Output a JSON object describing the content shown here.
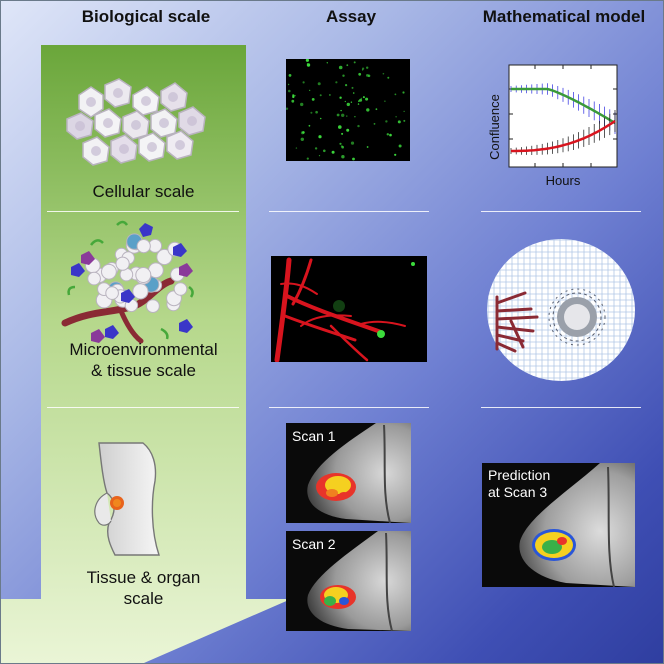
{
  "headers": {
    "biological": "Biological scale",
    "assay": "Assay",
    "model": "Mathematical model"
  },
  "scales": {
    "cellular": "Cellular scale",
    "micro_line1": "Microenvironmental",
    "micro_line2": "& tissue scale",
    "organ_line1": "Tissue & organ",
    "organ_line2": "scale"
  },
  "plot": {
    "ylabel": "Confluence",
    "xlabel": "Hours"
  },
  "scans": {
    "scan1": "Scan  1",
    "scan2": "Scan  2",
    "prediction_line1": "Prediction",
    "prediction_line2": "at Scan 3"
  },
  "colors": {
    "arrow_top": "#6aa63a",
    "arrow_bottom": "#e6f2cf",
    "fluor_green": "#3cdc3c",
    "fluor_red": "#d8141e",
    "tumor_hot": "#e8342a",
    "tumor_warm": "#f5d020",
    "tumor_cool": "#2a56d8"
  }
}
